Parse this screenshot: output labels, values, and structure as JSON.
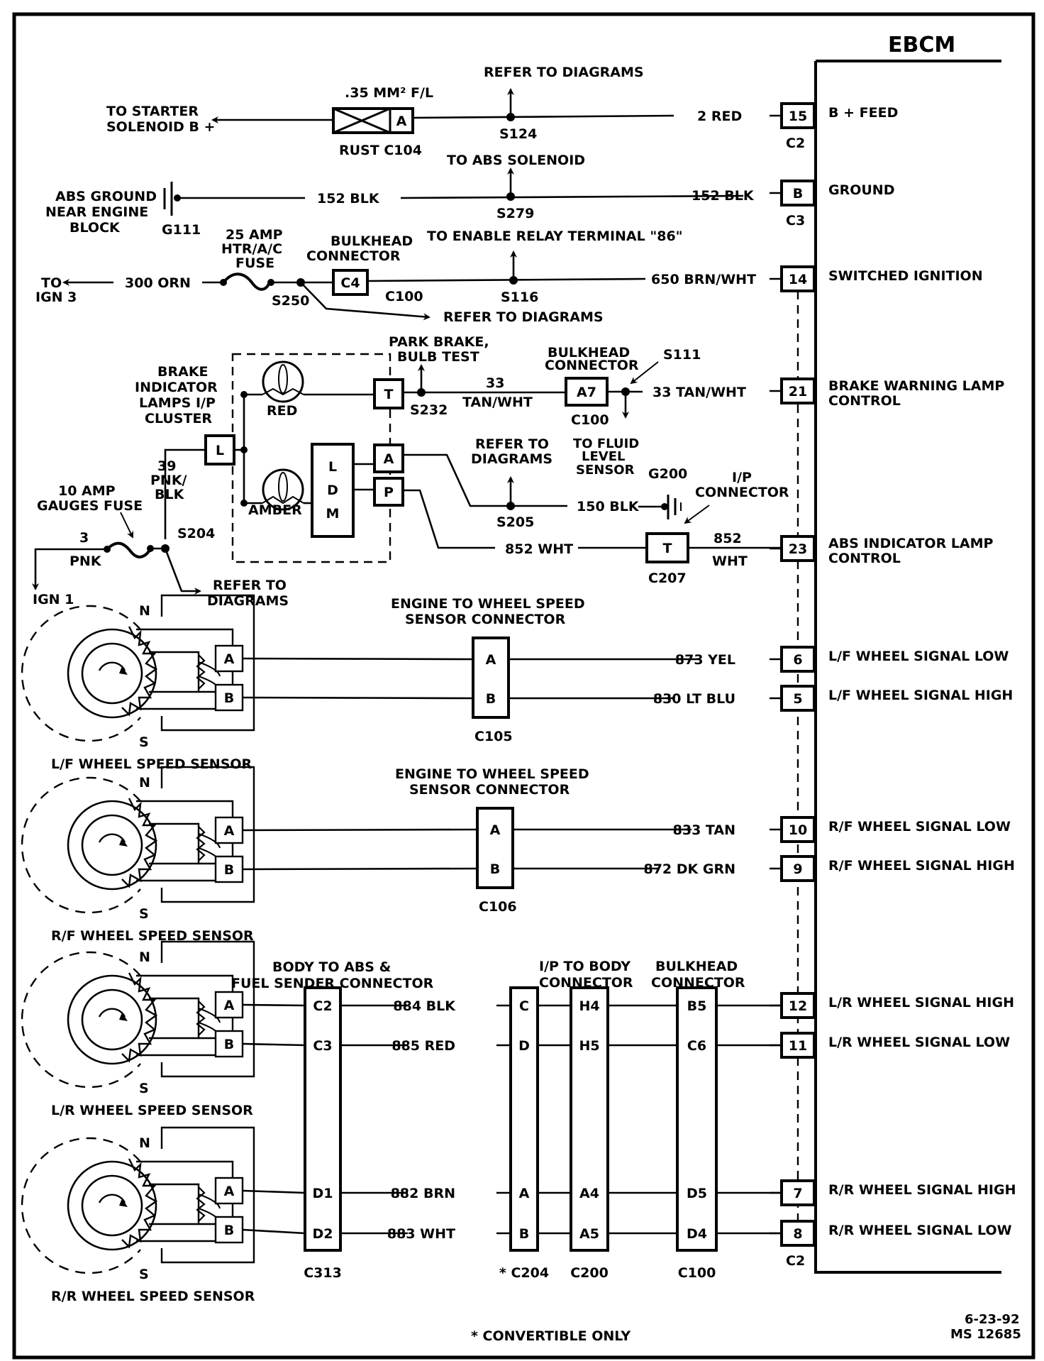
{
  "title": "EBCM",
  "footnote": "* CONVERTIBLE ONLY",
  "date": "6-23-92",
  "doc_id": "MS 12685",
  "ebcm_terminals": [
    {
      "pin": "15",
      "connector": "C2",
      "function": "B + FEED",
      "wire": "2 RED"
    },
    {
      "pin": "B",
      "connector": "C3",
      "function": "GROUND",
      "wire": "152 BLK"
    },
    {
      "pin": "14",
      "function": "SWITCHED IGNITION",
      "wire": "650 BRN/WHT"
    },
    {
      "pin": "21",
      "function": "BRAKE WARNING LAMP CONTROL",
      "function_l1": "BRAKE WARNING LAMP",
      "function_l2": "CONTROL",
      "wire": "33 TAN/WHT"
    },
    {
      "pin": "23",
      "function": "ABS INDICATOR LAMP CONTROL",
      "function_l1": "ABS INDICATOR LAMP",
      "function_l2": "CONTROL",
      "wire_l1": "852",
      "wire_l2": "WHT"
    },
    {
      "pin": "6",
      "function": "L/F WHEEL SIGNAL LOW",
      "wire": "873 YEL"
    },
    {
      "pin": "5",
      "function": "L/F WHEEL SIGNAL HIGH",
      "wire": "830 LT BLU"
    },
    {
      "pin": "10",
      "function": "R/F WHEEL SIGNAL LOW",
      "wire": "833 TAN"
    },
    {
      "pin": "9",
      "function": "R/F WHEEL SIGNAL HIGH",
      "wire": "872 DK GRN"
    },
    {
      "pin": "12",
      "function": "L/R WHEEL SIGNAL HIGH"
    },
    {
      "pin": "11",
      "function": "L/R WHEEL SIGNAL LOW"
    },
    {
      "pin": "7",
      "function": "R/R WHEEL SIGNAL HIGH"
    },
    {
      "pin": "8",
      "function": "R/R WHEEL SIGNAL LOW",
      "connector": "C2"
    }
  ],
  "feed_circuit": {
    "starter_l1": "TO STARTER",
    "starter_l2": "SOLENOID B +",
    "fusible_link": ".35 MM² F/L",
    "fusible_pin": "A",
    "fusible_conn": "RUST C104",
    "refer": "REFER TO DIAGRAMS",
    "splice": "S124"
  },
  "ground_circuit": {
    "label_l1": "ABS GROUND",
    "label_l2": "NEAR ENGINE",
    "label_l3": "BLOCK",
    "ground_id": "G111",
    "wire": "152 BLK",
    "to": "TO ABS SOLENOID",
    "splice": "S279"
  },
  "ignition_circuit": {
    "to_l1": "TO",
    "to_l2": "IGN 3",
    "wire": "300 ORN",
    "fuse_l1": "25 AMP",
    "fuse_l2": "HTR/A/C",
    "fuse_l3": "FUSE",
    "splice_a": "S250",
    "bulkhead_l1": "BULKHEAD",
    "bulkhead_l2": "CONNECTOR",
    "bulkhead_pin": "C4",
    "bulkhead_conn": "C100",
    "refer": "REFER TO DIAGRAMS",
    "relay": "TO ENABLE RELAY TERMINAL \"86\"",
    "splice_b": "S116"
  },
  "lamp_cluster": {
    "label_l1": "BRAKE",
    "label_l2": "INDICATOR",
    "label_l3": "LAMPS I/P",
    "label_l4": "CLUSTER",
    "pin_l": "L",
    "red": "RED",
    "amber": "AMBER",
    "ldm": [
      "L",
      "D",
      "M"
    ],
    "pin_t": "T",
    "pin_a": "A",
    "pin_p": "P",
    "park_l1": "PARK BRAKE,",
    "park_l2": "BULB TEST",
    "splice_s232": "S232",
    "wire33_l1": "33",
    "wire33_l2": "TAN/WHT",
    "bulk_l1": "BULKHEAD",
    "bulk_l2": "CONNECTOR",
    "bulk_pin": "A7",
    "bulk_conn": "C100",
    "s111": "S111",
    "fluid_l1": "TO FLUID",
    "fluid_l2": "LEVEL",
    "fluid_l3": "SENSOR",
    "refer_l1": "REFER TO",
    "refer_l2": "DIAGRAMS",
    "s205": "S205",
    "wire150": "150 BLK",
    "g200": "G200",
    "ip_l1": "I/P",
    "ip_l2": "CONNECTOR",
    "wire852": "852 WHT",
    "c207_pin": "T",
    "c207": "C207"
  },
  "gauge_fuse": {
    "wire39_l1": "39",
    "wire39_l2": "PNK/",
    "wire39_l3": "BLK",
    "fuse_l1": "10 AMP",
    "fuse_l2": "GAUGES FUSE",
    "wire3_l1": "3",
    "wire3_l2": "PNK",
    "ign": "IGN 1",
    "splice": "S204",
    "refer_l1": "REFER TO",
    "refer_l2": "DIAGRAMS"
  },
  "sensors": [
    {
      "name": "L/F WHEEL SPEED SENSOR",
      "n": "N",
      "s": "S",
      "pin_a": "A",
      "pin_b": "B"
    },
    {
      "name": "R/F WHEEL SPEED SENSOR",
      "n": "N",
      "s": "S",
      "pin_a": "A",
      "pin_b": "B"
    },
    {
      "name": "L/R WHEEL SPEED SENSOR",
      "n": "N",
      "s": "S",
      "pin_a": "A",
      "pin_b": "B"
    },
    {
      "name": "R/R WHEEL SPEED SENSOR",
      "n": "N",
      "s": "S",
      "pin_a": "A",
      "pin_b": "B"
    }
  ],
  "front_connectors": [
    {
      "title_l1": "ENGINE TO WHEEL SPEED",
      "title_l2": "SENSOR CONNECTOR",
      "pin_a": "A",
      "pin_b": "B",
      "id": "C105"
    },
    {
      "title_l1": "ENGINE TO WHEEL SPEED",
      "title_l2": "SENSOR CONNECTOR",
      "pin_a": "A",
      "pin_b": "B",
      "id": "C106"
    }
  ],
  "rear_connectors": {
    "c313": {
      "title_l1": "BODY TO ABS &",
      "title_l2": "FUEL SENDER CONNECTOR",
      "pins": [
        "C2",
        "C3",
        "D1",
        "D2"
      ],
      "id": "C313"
    },
    "c204": {
      "pins": [
        "C",
        "D",
        "A",
        "B"
      ],
      "id": "* C204"
    },
    "c200": {
      "title_l1": "I/P TO BODY",
      "title_l2": "CONNECTOR",
      "pins": [
        "H4",
        "H5",
        "A4",
        "A5"
      ],
      "id": "C200"
    },
    "c100": {
      "title_l1": "BULKHEAD",
      "title_l2": "CONNECTOR",
      "pins": [
        "B5",
        "C6",
        "D5",
        "D4"
      ],
      "id": "C100"
    },
    "wires": [
      "884 BLK",
      "885 RED",
      "882 BRN",
      "883 WHT"
    ]
  }
}
